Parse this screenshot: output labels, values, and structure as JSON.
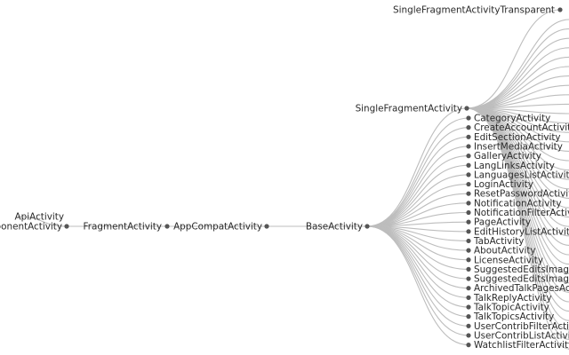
{
  "nodes": {
    "component_activity": "ComponentActivity",
    "fragment_activity": "FragmentActivity",
    "appcompat_activity": "AppCompatActivity",
    "base_activity": "BaseActivity",
    "single_fragment_activity": "SingleFragmentActivity",
    "single_fragment_activity_transparent": "SingleFragmentActivityTransparent",
    "api_activity": "ApiActivity"
  },
  "base_children": [
    "CategoryActivity",
    "CreateAccountActivity",
    "EditSectionActivity",
    "InsertMediaActivity",
    "GalleryActivity",
    "LangLinksActivity",
    "LanguagesListActivity",
    "LoginActivity",
    "ResetPasswordActivity",
    "NotificationActivity",
    "NotificationFilterActivity",
    "PageActivity",
    "EditHistoryListActivity",
    "TabActivity",
    "AboutActivity",
    "LicenseActivity",
    "SuggestedEditsImageTagsActivity",
    "SuggestedEditsImageRecsActivity",
    "ArchivedTalkPagesActivity",
    "TalkReplyActivity",
    "TalkTopicActivity",
    "TalkTopicsActivity",
    "UserContribFilterActivity",
    "UserContribListActivity",
    "WatchlistFilterActivity"
  ]
}
